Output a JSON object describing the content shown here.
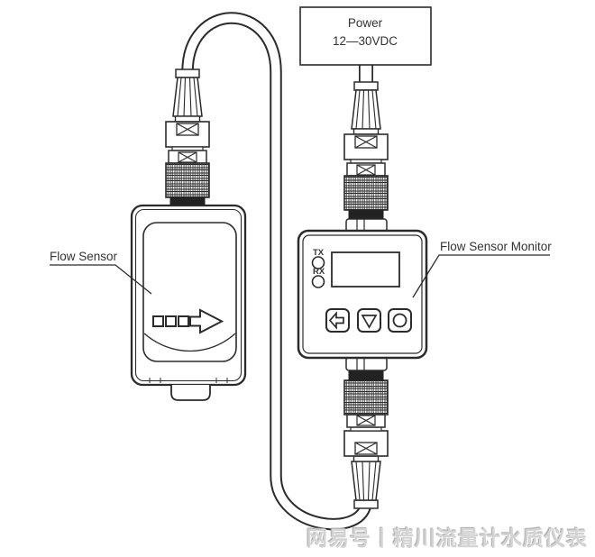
{
  "diagram": {
    "power_supply": {
      "title": "Power",
      "voltage": "12—30VDC"
    },
    "flow_sensor": {
      "label": "Flow Sensor"
    },
    "flow_sensor_monitor": {
      "label": "Flow Sensor Monitor",
      "tx_label": "TX",
      "rx_label": "RX",
      "buttons": [
        {
          "name": "back",
          "icon": "left-arrow-icon"
        },
        {
          "name": "down",
          "icon": "down-triangle-icon"
        },
        {
          "name": "enter",
          "icon": "circle-icon"
        }
      ]
    },
    "watermark": "网易号丨精川流量计水质仪表",
    "colors": {
      "line": "#2b2b2b",
      "watermark": "#d4d4d4",
      "background": "#ffffff"
    }
  }
}
